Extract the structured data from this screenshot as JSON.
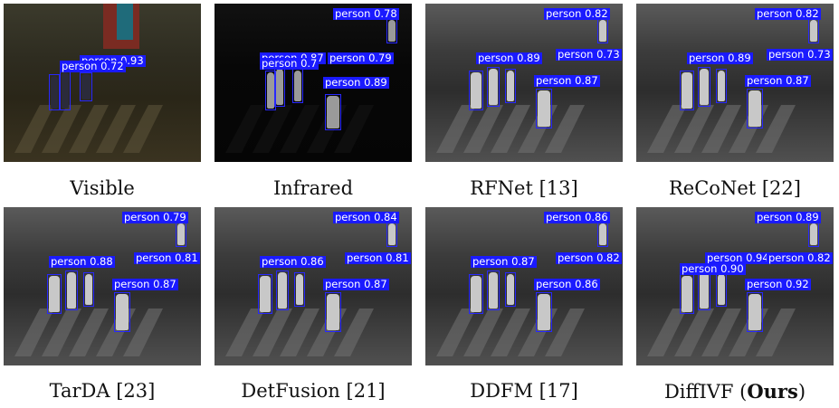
{
  "figure": {
    "panels": [
      {
        "caption": "Visible",
        "labels": [
          "person 0.93",
          "person 0.72"
        ],
        "tone": "visible"
      },
      {
        "caption": "Infrared",
        "labels": [
          "person 0.78",
          "person 0.87",
          "person 0.79",
          "person 0.89",
          "person 0.7"
        ],
        "tone": "infrared"
      },
      {
        "caption": "RFNet [13]",
        "labels": [
          "person 0.82",
          "person 0.89",
          "person 0.73",
          "person 0.87"
        ],
        "tone": "fused"
      },
      {
        "caption": "ReCoNet [22]",
        "labels": [
          "person 0.82",
          "person 0.89",
          "person 0.73",
          "person 0.87"
        ],
        "tone": "fused"
      },
      {
        "caption": "TarDA [23]",
        "labels": [
          "person 0.79",
          "person 0.88",
          "person 0.81",
          "person 0.87"
        ],
        "tone": "fused"
      },
      {
        "caption": "DetFusion [21]",
        "labels": [
          "person 0.84",
          "person 0.86",
          "person 0.81",
          "person 0.87"
        ],
        "tone": "fused"
      },
      {
        "caption": "DDFM [17]",
        "labels": [
          "person 0.86",
          "person 0.87",
          "person 0.82",
          "person 0.86"
        ],
        "tone": "fused"
      },
      {
        "caption": "DiffIVF",
        "caption_suffix": "Ours",
        "labels": [
          "person 0.89",
          "person 0.94",
          "person 0.82",
          "person 0.90",
          "person 0.92"
        ],
        "tone": "fused"
      }
    ]
  }
}
